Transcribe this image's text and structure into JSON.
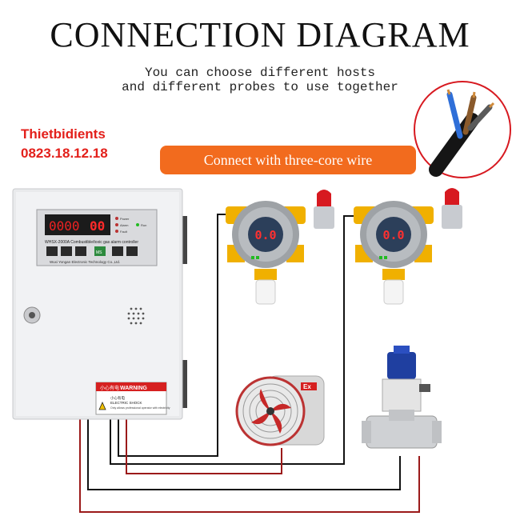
{
  "header": {
    "title": "CONNECTION DIAGRAM",
    "subtitle_line1": "You can choose different hosts",
    "subtitle_line2": "and different probes to use together"
  },
  "brand": {
    "name": "Thietbidients",
    "phone": "0823.18.12.18"
  },
  "callout": {
    "label": "Connect with three-core wire"
  },
  "controller": {
    "display_value": "0",
    "display_highlight": "00",
    "model_label": "WHSX-2000A Combustible/toxic gas alarm controller",
    "maker_label": "Wuxi Yongan Electronic Technology Co.,Ltd.",
    "status_labels": [
      "Power",
      "Alarm",
      "Fault",
      "Run"
    ],
    "key_label": "MS",
    "warning_title": "WARNING",
    "warning_cn": "小心有电",
    "warning_sub": "ELECTRIC SHOCK",
    "warning_note": "Only allows professional operator with electricity"
  },
  "detectors": [
    {
      "display": "0.0"
    },
    {
      "display": "0.0"
    }
  ],
  "fan": {
    "badge": "Ex"
  },
  "colors": {
    "accent_orange": "#f26b1e",
    "brand_red": "#e3201b",
    "wire_black": "#111111",
    "wire_red": "#9b1a1a",
    "detector_yellow": "#f0b000",
    "beacon_red": "#d71920",
    "valve_blue": "#1f3fa0"
  }
}
